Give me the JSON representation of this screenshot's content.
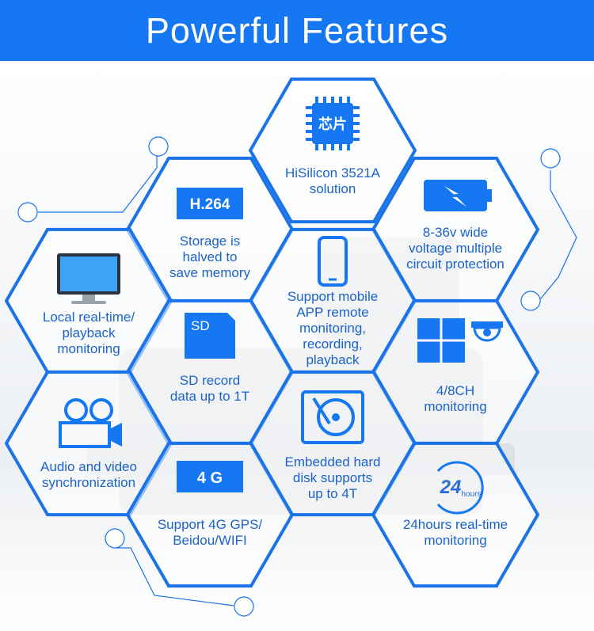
{
  "header": {
    "title": "Powerful Features"
  },
  "colors": {
    "accent": "#1677f2",
    "text": "#1b63c9",
    "hex_stroke": "#1a73e8"
  },
  "features": [
    {
      "id": "chip",
      "icon": "chip-icon",
      "icon_text": "芯片",
      "lines": [
        "HiSilicon 3521A",
        "solution"
      ]
    },
    {
      "id": "h264",
      "icon": "h264-badge-icon",
      "icon_text": "H.264",
      "lines": [
        "Storage is",
        "halved to",
        "save memory"
      ]
    },
    {
      "id": "voltage",
      "icon": "battery-lightning-icon",
      "icon_text": "",
      "lines": [
        "8-36v wide",
        "voltage  multiple",
        "circuit protection"
      ]
    },
    {
      "id": "local",
      "icon": "monitor-icon",
      "icon_text": "",
      "lines": [
        "Local real-time/",
        "playback",
        "monitoring"
      ]
    },
    {
      "id": "mobile",
      "icon": "smartphone-icon",
      "icon_text": "",
      "lines": [
        "Support mobile",
        "APP remote",
        "monitoring,",
        "recording,",
        "playback"
      ]
    },
    {
      "id": "sd",
      "icon": "sd-card-icon",
      "icon_text": "SD",
      "lines": [
        "SD record",
        "data up to 1T"
      ]
    },
    {
      "id": "channels",
      "icon": "quad-screen-camera-icon",
      "icon_text": "",
      "lines": [
        "4/8CH",
        "monitoring"
      ]
    },
    {
      "id": "audio",
      "icon": "video-camera-icon",
      "icon_text": "",
      "lines": [
        "Audio and video",
        "synchronization"
      ]
    },
    {
      "id": "hdd",
      "icon": "hard-disk-icon",
      "icon_text": "",
      "lines": [
        "Embedded hard",
        "disk supports",
        "up to 4T"
      ]
    },
    {
      "id": "4g",
      "icon": "4g-badge-icon",
      "icon_text": "4 G",
      "lines": [
        "Support 4G GPS/",
        "Beidou/WIFI"
      ]
    },
    {
      "id": "24h",
      "icon": "24-hours-clock-icon",
      "icon_text": "24",
      "icon_subtext": "hours",
      "lines": [
        "24hours real-time",
        "monitoring"
      ]
    }
  ]
}
